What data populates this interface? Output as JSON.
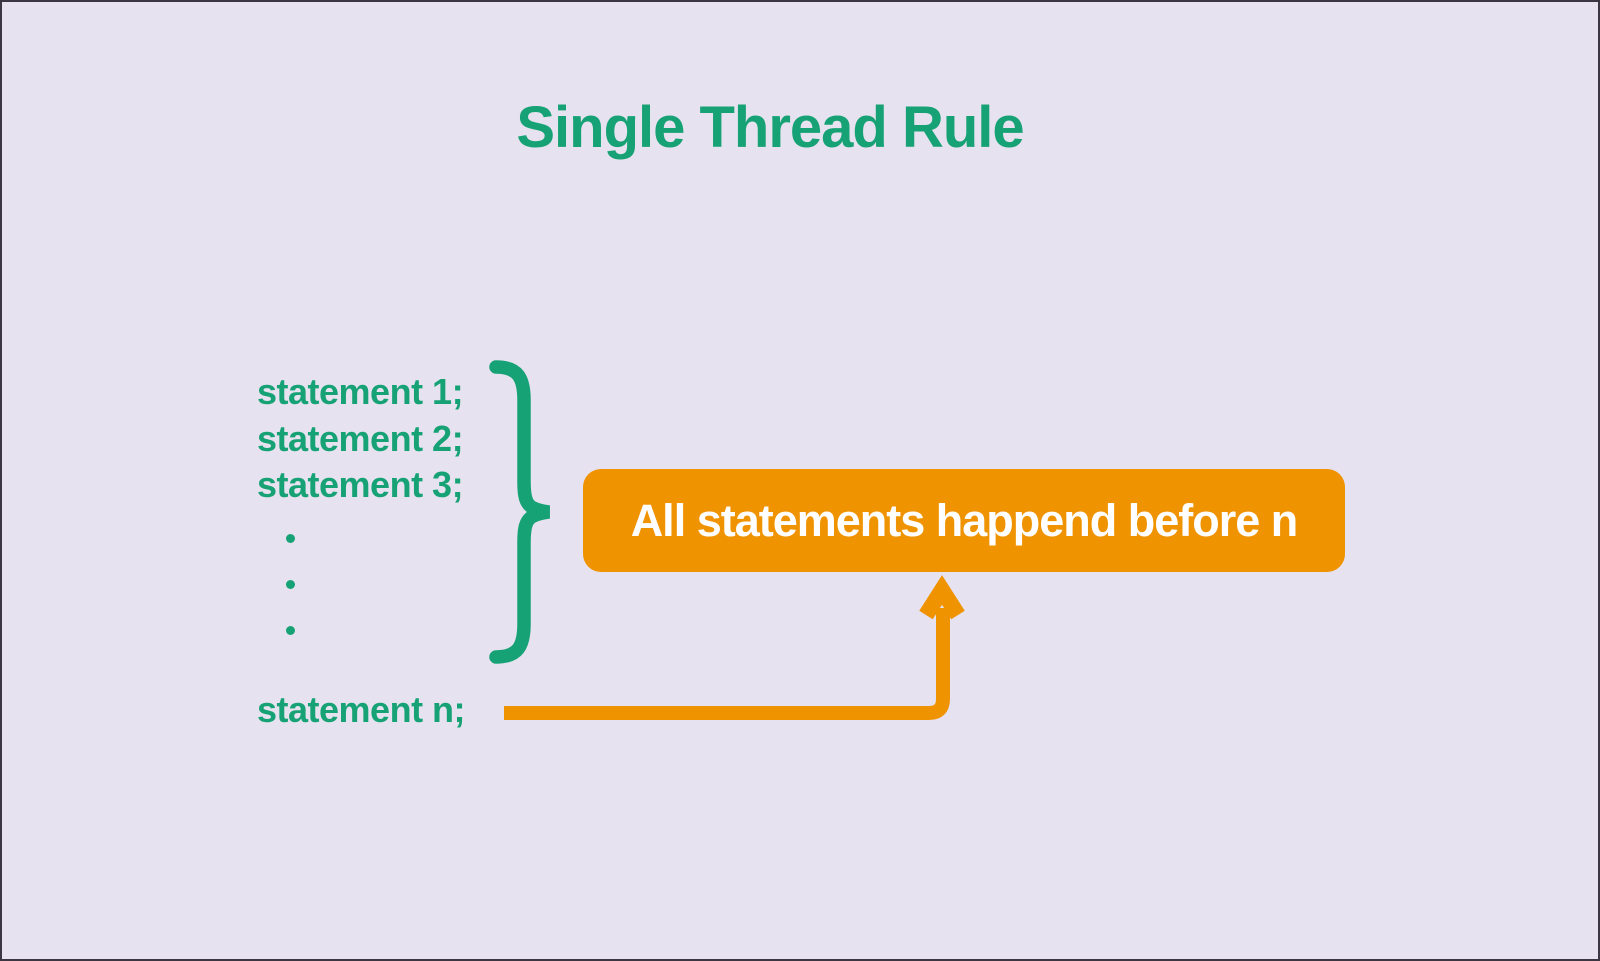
{
  "page": {
    "title": "Single Thread Rule",
    "colors": {
      "background": "#e6e2ef",
      "border": "#3b3642",
      "green": "#17a276",
      "orange": "#f09300",
      "callout_text": "#ffffff"
    }
  },
  "diagram": {
    "statements": [
      {
        "label": "statement 1;"
      },
      {
        "label": "statement 2;"
      },
      {
        "label": "statement 3;"
      }
    ],
    "ellipsis_dot_count": 3,
    "last_statement": "statement n;",
    "callout_label": "All statements happend before n",
    "icons": {
      "brace": "curly-brace-right-icon",
      "arrow": "elbow-arrow-up-icon"
    }
  }
}
